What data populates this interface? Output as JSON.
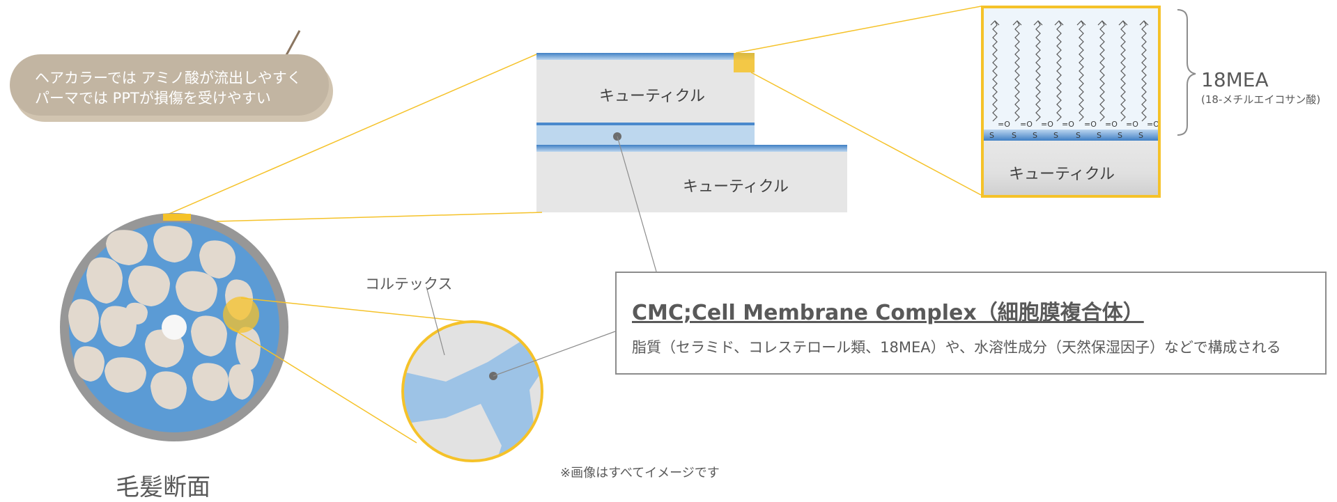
{
  "bubble": {
    "line1": "ヘアカラーでは アミノ酸が流出しやすく",
    "line2": "パーマでは PPTが損傷を受けやすい"
  },
  "cuticle_labels": {
    "upper": "キューティクル",
    "lower": "キューティクル",
    "zoom": "キューティクル"
  },
  "mea": {
    "label": "18MEA",
    "sublabel": "(18-メチルエイコサン酸)"
  },
  "cmc": {
    "title": "CMC;Cell Membrane Complex（細胞膜複合体）",
    "description": "脂質（セラミド、コレステロール類、18MEA）や、水溶性成分（天然保湿因子）などで構成される"
  },
  "cortex_label": "コルテックス",
  "note": "※画像はすべてイメージです",
  "title": "毛髪断面",
  "colors": {
    "highlight": "#f5c229",
    "cmc_blue": "#5b9bd5",
    "cortex_cell": "#e2d9ce",
    "hair_outer": "#979797",
    "bubble": "#c2b5a2"
  }
}
